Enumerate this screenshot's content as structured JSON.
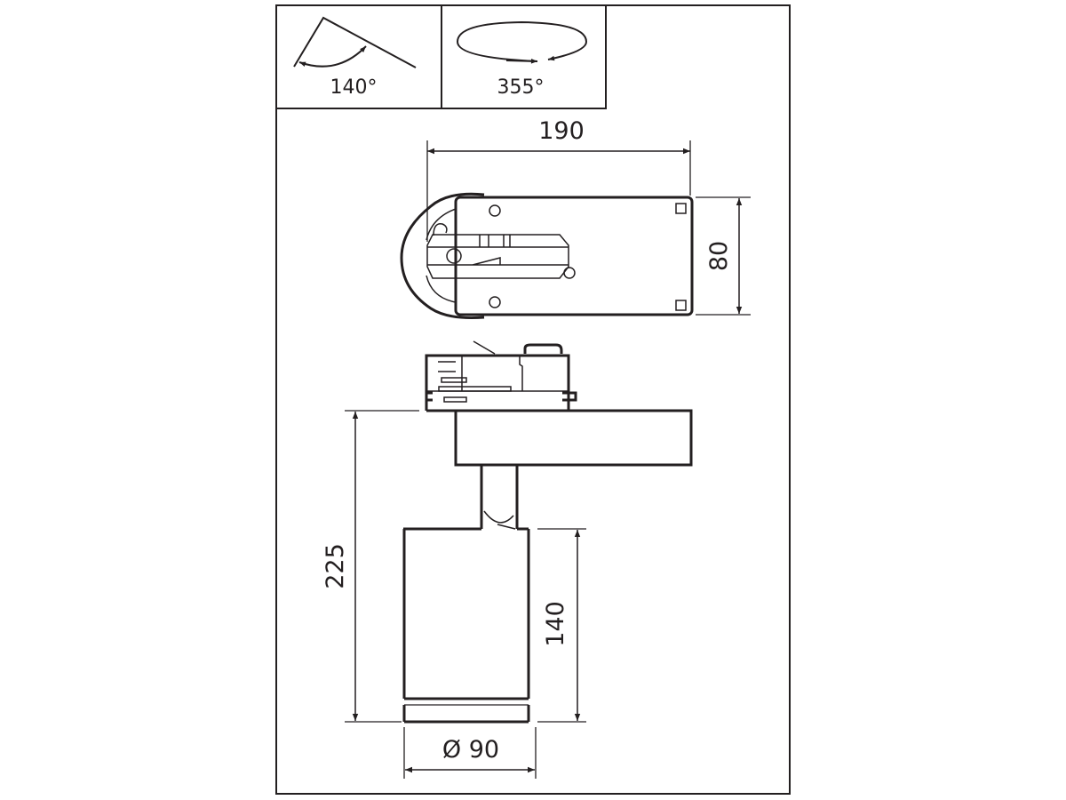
{
  "icons": {
    "tilt": {
      "label": "140°"
    },
    "rotation": {
      "label": "355°"
    }
  },
  "dimensions": {
    "width": "190",
    "depth": "80",
    "total_height": "225",
    "head_height": "140",
    "diameter": "Ø 90"
  },
  "colors": {
    "line": "#231f20",
    "background": "#ffffff"
  }
}
